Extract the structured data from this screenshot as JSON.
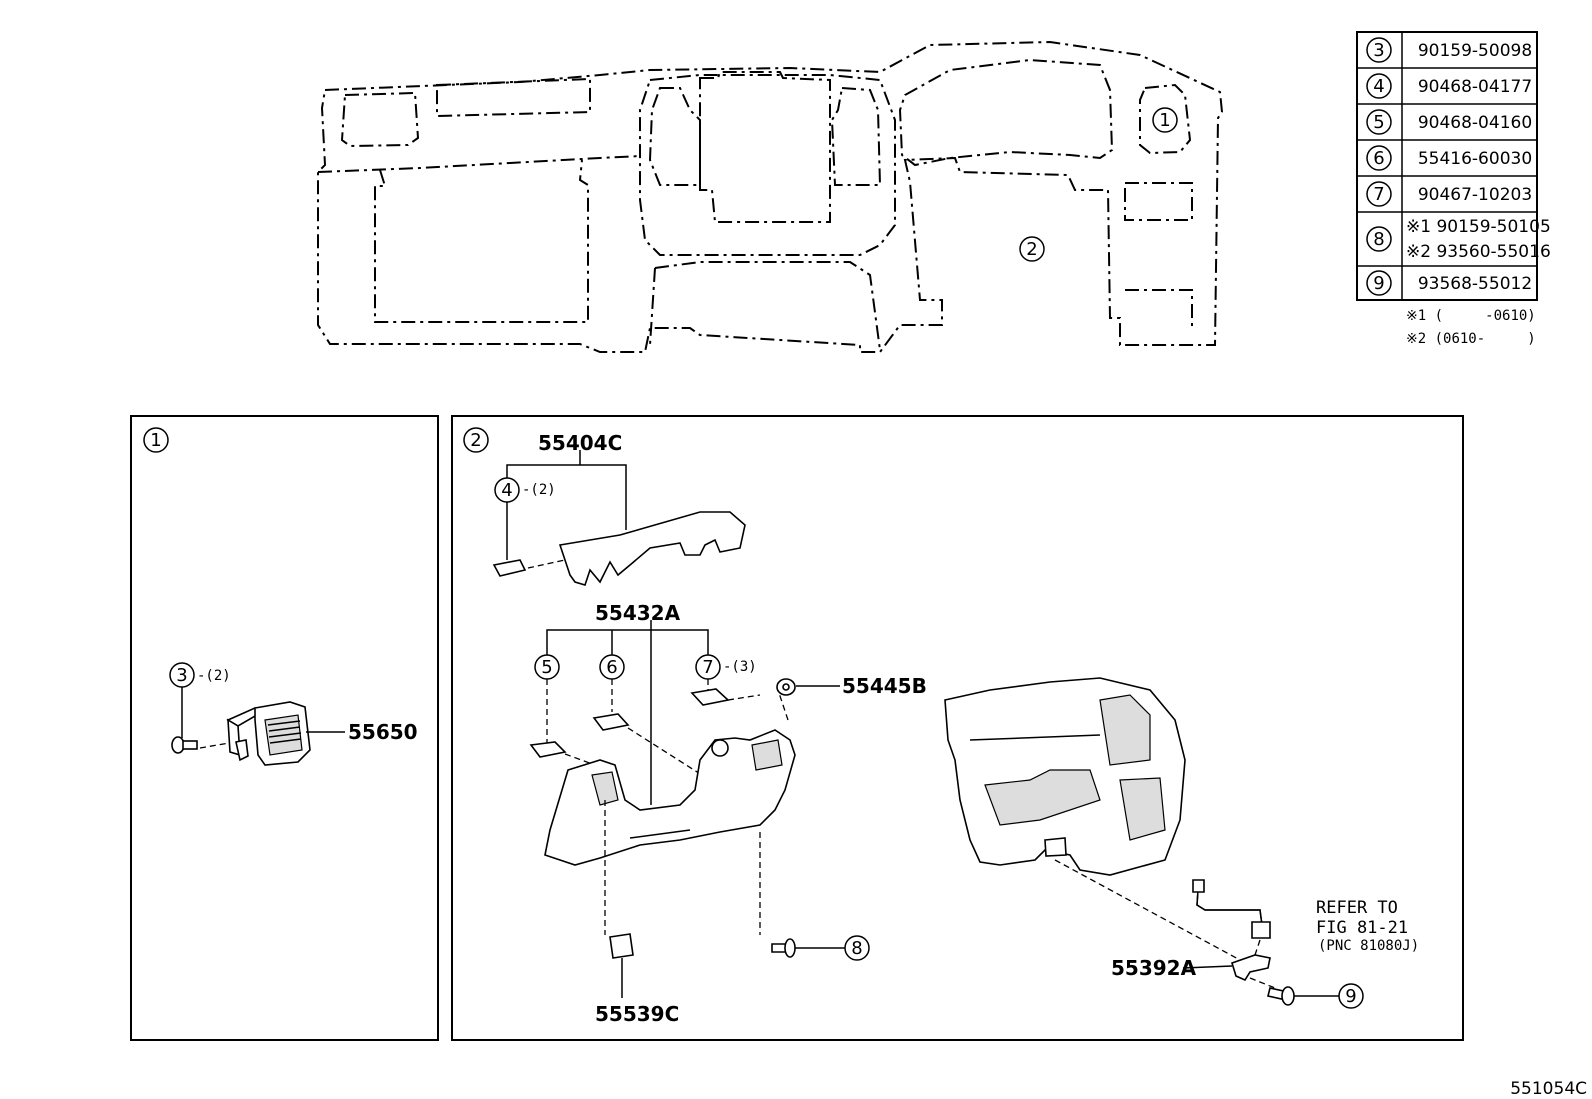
{
  "table": {
    "rows": [
      {
        "ref": "3",
        "parts": [
          "90159-50098"
        ]
      },
      {
        "ref": "4",
        "parts": [
          "90468-04177"
        ]
      },
      {
        "ref": "5",
        "parts": [
          "90468-04160"
        ]
      },
      {
        "ref": "6",
        "parts": [
          "55416-60030"
        ]
      },
      {
        "ref": "7",
        "parts": [
          "90467-10203"
        ]
      },
      {
        "ref": "8",
        "parts": [
          "※1 90159-50105",
          "※2 93560-55016"
        ]
      },
      {
        "ref": "9",
        "parts": [
          "93568-55012"
        ]
      }
    ],
    "notes": [
      "※1 (     -0610)",
      "※2 (0610-     )"
    ]
  },
  "overview": {
    "callout_1": "1",
    "callout_2": "2"
  },
  "panel1": {
    "title": "1",
    "fastener_ref": "3",
    "fastener_qty": "-(2)",
    "part_label": "55650"
  },
  "panel2": {
    "title": "2",
    "labels": {
      "p55404C": "55404C",
      "p55432A": "55432A",
      "p55445B": "55445B",
      "p55539C": "55539C",
      "p55392A": "55392A"
    },
    "refs": {
      "r4": "4",
      "r4_qty": "-(2)",
      "r5": "5",
      "r6": "6",
      "r7": "7",
      "r7_qty": "-(3)",
      "r8": "8",
      "r9": "9"
    },
    "refer": {
      "line1": "REFER TO",
      "line2": "FIG 81-21",
      "line3": "(PNC 81080J)"
    }
  },
  "figure_code": "551054C"
}
